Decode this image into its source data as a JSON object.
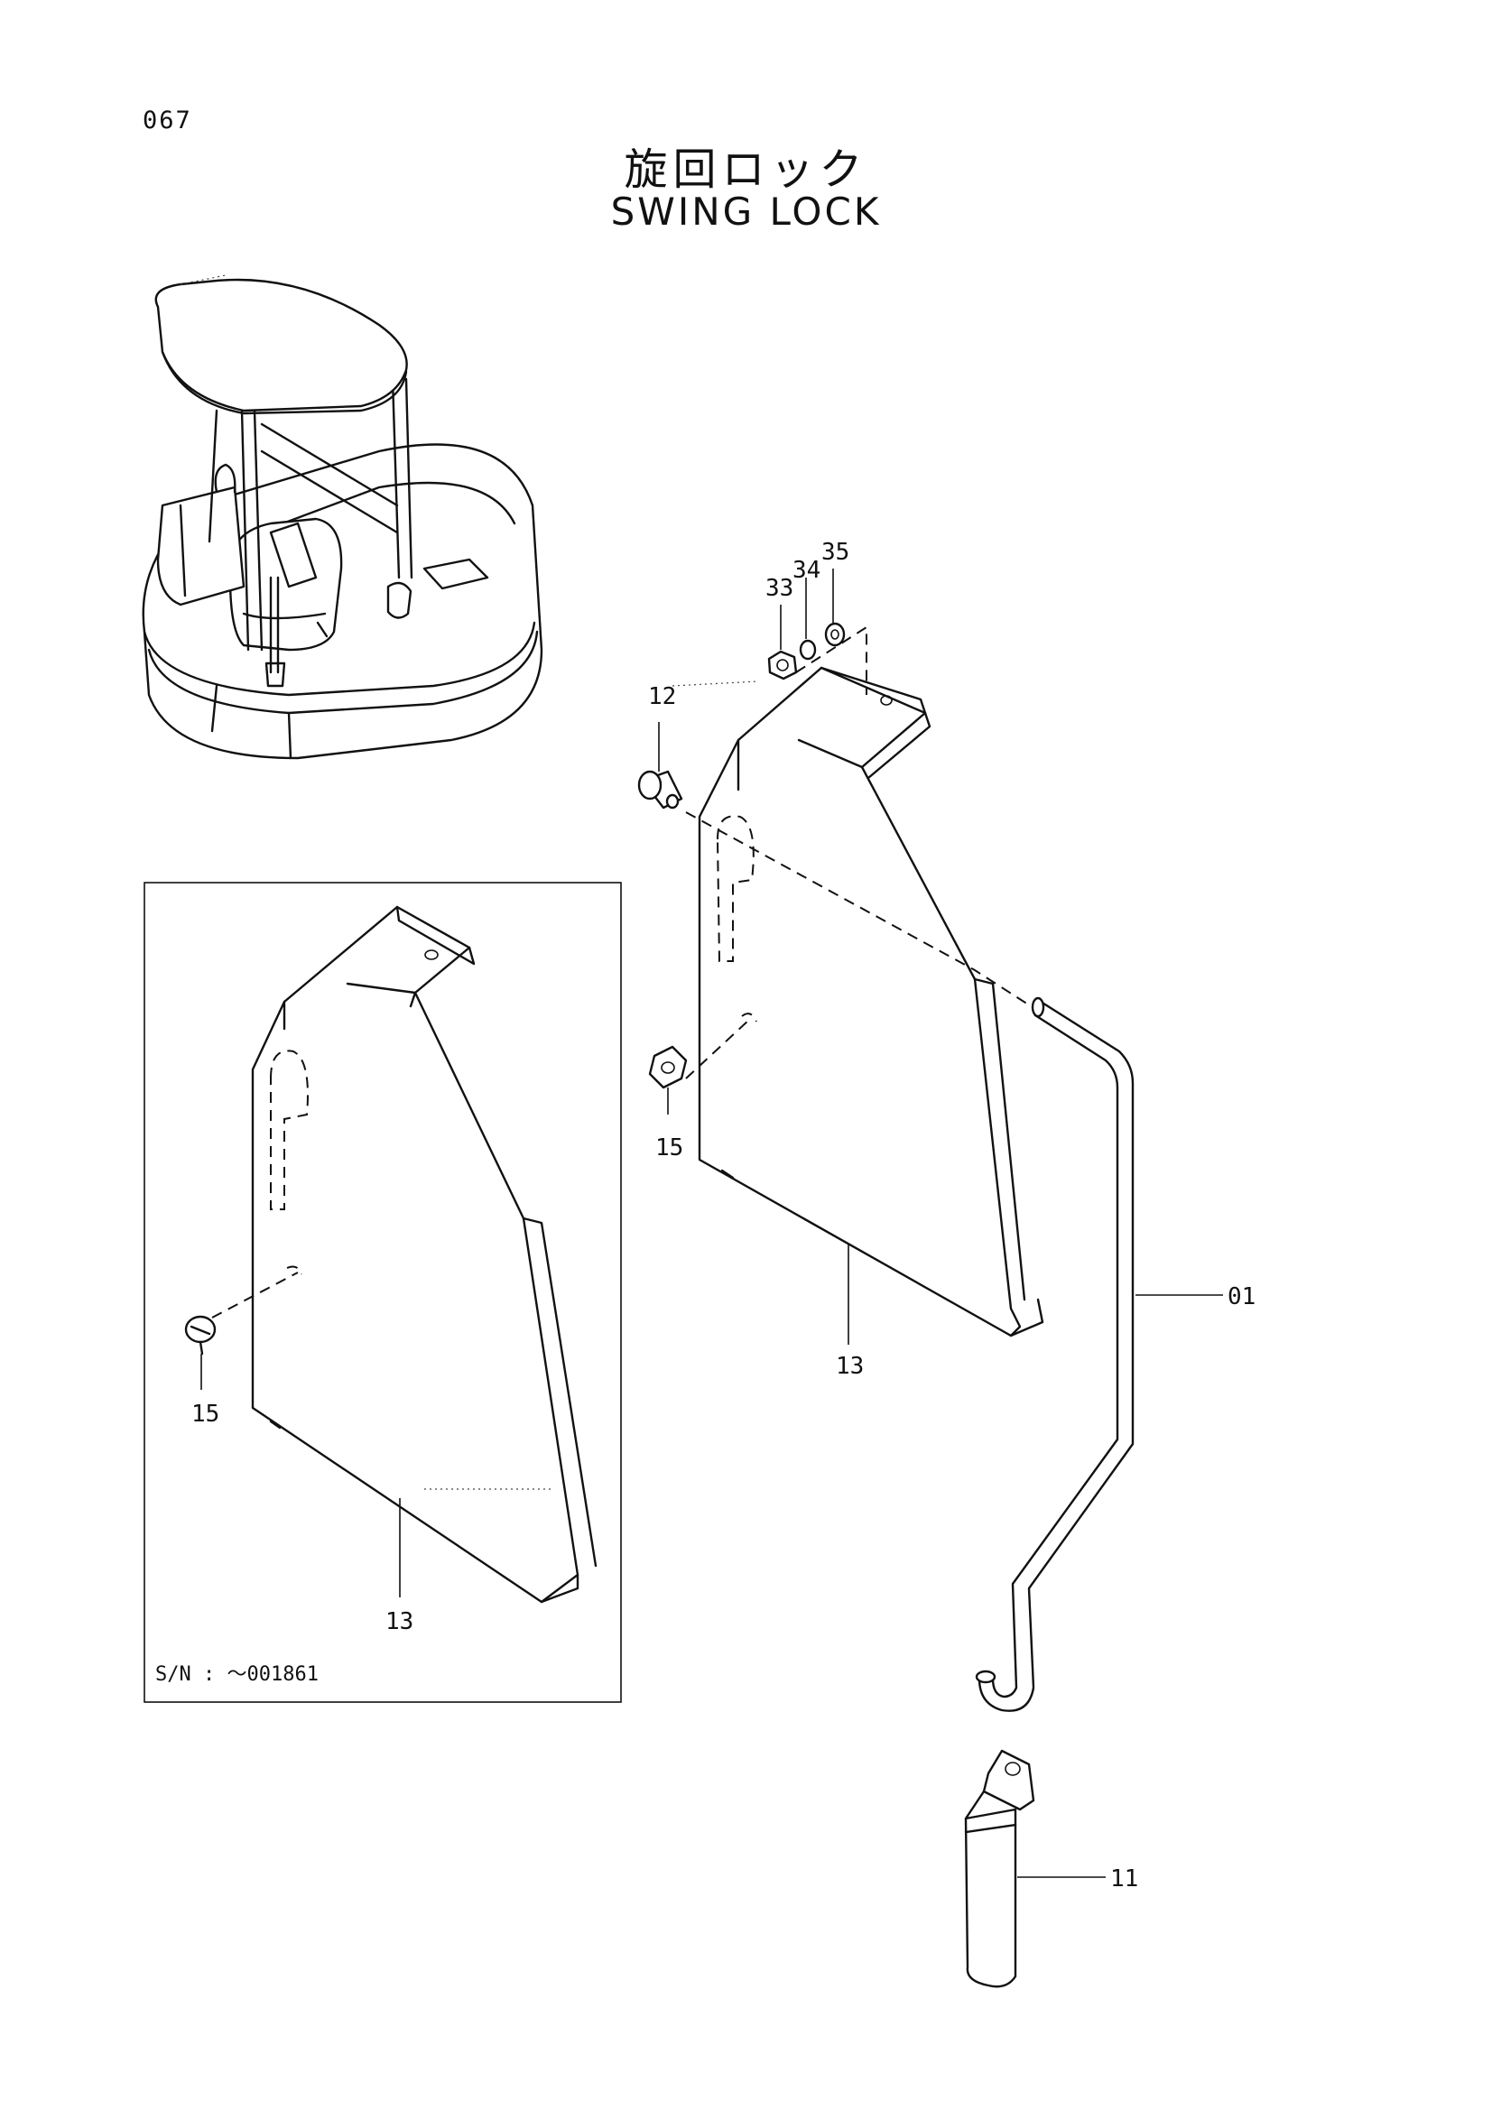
{
  "header": {
    "page_number": "067",
    "title_jp": "旋回ロック",
    "title_en": "SWING LOCK"
  },
  "callouts": {
    "p01": "01",
    "p11": "11",
    "p12": "12",
    "p13_main": "13",
    "p13_inset": "13",
    "p15_main": "15",
    "p15_inset": "15",
    "p33": "33",
    "p34": "34",
    "p35": "35"
  },
  "inset": {
    "serial_note": "S/N : ～001861"
  }
}
